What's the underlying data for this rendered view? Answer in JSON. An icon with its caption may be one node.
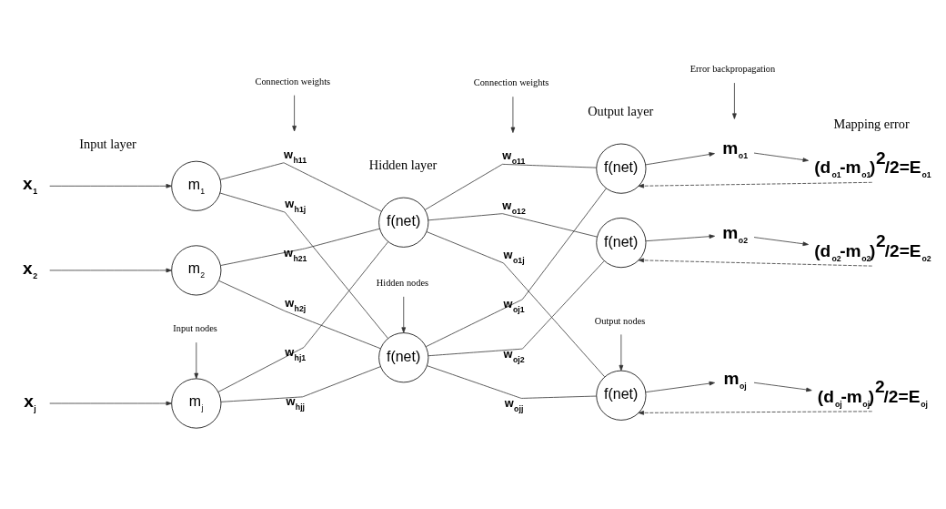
{
  "diagram": {
    "nodes": [
      {
        "text": [
          "x$_{1}$"
        ]
      },
      {
        "text": [
          "x$_{2}$"
        ]
      },
      {
        "text": [
          "x$_{j}$"
        ]
      },
      {
        "text": [
          "m$_{1}$"
        ]
      },
      {
        "text": [
          "m$_{2}$"
        ]
      },
      {
        "text": [
          "m$_{j}$"
        ]
      },
      {
        "text": [
          "f(net)"
        ]
      },
      {
        "text": [
          "f(net)"
        ]
      },
      {
        "text": [
          "f(net)"
        ]
      },
      {
        "text": [
          "f(net)"
        ]
      },
      {
        "text": [
          "f(net)"
        ]
      },
      {
        "text": [
          "m$_{o1}$"
        ]
      },
      {
        "text": [
          "m$_{o2}$"
        ]
      },
      {
        "text": [
          "m$_{oj}$"
        ]
      },
      {
        "text": [
          "(d$_{o1}$-m$_{o1}$)$^{2}$/2=E$_{o1}$"
        ]
      },
      {
        "text": [
          "(d$_{o2}$-m$_{o2}$)$^{2}$/2=E$_{o2}$"
        ]
      },
      {
        "text": [
          "(d$_{oj}$-m$_{oj}$)$^{2}$/2=E$_{oj}$"
        ]
      },
      {
        "text": [
          "Input nodes"
        ]
      },
      {
        "text": [
          "Connection weights"
        ]
      },
      {
        "text": [
          "Hidden nodes"
        ]
      },
      {
        "text": [
          "Connection weights"
        ]
      },
      {
        "text": [
          "Output nodes"
        ]
      },
      {
        "text": [
          "Error backpropagation"
        ]
      }
    ],
    "edges": [
      {
        "from": 0,
        "to": 3,
        "arrow": "to"
      },
      {
        "from": 1,
        "to": 4,
        "arrow": "to"
      },
      {
        "from": 2,
        "to": 5,
        "arrow": "to"
      },
      {
        "from": 3,
        "to": 6,
        "arrow": "none",
        "label": "w$_{h11}$"
      },
      {
        "from": 3,
        "to": 7,
        "arrow": "none",
        "label": "w$_{h1j}$"
      },
      {
        "from": 4,
        "to": 6,
        "arrow": "none",
        "label": "w$_{h21}$"
      },
      {
        "from": 4,
        "to": 7,
        "arrow": "none",
        "label": "w$_{h2j}$"
      },
      {
        "from": 5,
        "to": 6,
        "arrow": "none",
        "label": "w$_{hj1}$"
      },
      {
        "from": 5,
        "to": 7,
        "arrow": "none",
        "label": "w$_{hjj}$"
      },
      {
        "from": 6,
        "to": 8,
        "arrow": "none",
        "label": "w$_{o11}$"
      },
      {
        "from": 6,
        "to": 9,
        "arrow": "none",
        "label": "w$_{o12}$"
      },
      {
        "from": 6,
        "to": 10,
        "arrow": "none",
        "label": "w$_{o1j}$"
      },
      {
        "from": 7,
        "to": 8,
        "arrow": "none",
        "label": "w$_{oj1}$"
      },
      {
        "from": 7,
        "to": 9,
        "arrow": "none",
        "label": "w$_{oj2}$"
      },
      {
        "from": 7,
        "to": 10,
        "arrow": "none",
        "label": "w$_{ojj}$"
      },
      {
        "from": 8,
        "to": 11,
        "arrow": "to"
      },
      {
        "from": 9,
        "to": 12,
        "arrow": "to"
      },
      {
        "from": 10,
        "to": 13,
        "arrow": "to"
      },
      {
        "from": 11,
        "to": 14,
        "arrow": "to"
      },
      {
        "from": 12,
        "to": 15,
        "arrow": "to"
      },
      {
        "from": 13,
        "to": 16,
        "arrow": "to"
      },
      {
        "from": 14,
        "to": 8,
        "arrow": "to",
        "style": "dashed"
      },
      {
        "from": 15,
        "to": 9,
        "arrow": "to",
        "style": "dashed"
      },
      {
        "from": 16,
        "to": 10,
        "arrow": "to",
        "style": "dashed"
      },
      {
        "from": 17,
        "to": 5,
        "arrow": "to"
      },
      {
        "from": 18,
        "to": null,
        "arrow": "to"
      },
      {
        "from": 19,
        "to": 7,
        "arrow": "to"
      },
      {
        "from": 20,
        "to": null,
        "arrow": "to"
      },
      {
        "from": 21,
        "to": 10,
        "arrow": "to"
      },
      {
        "from": 22,
        "to": null,
        "arrow": "to"
      }
    ],
    "labels": [
      "Input layer",
      "Hidden layer",
      "Output layer",
      "Mapping error"
    ]
  }
}
